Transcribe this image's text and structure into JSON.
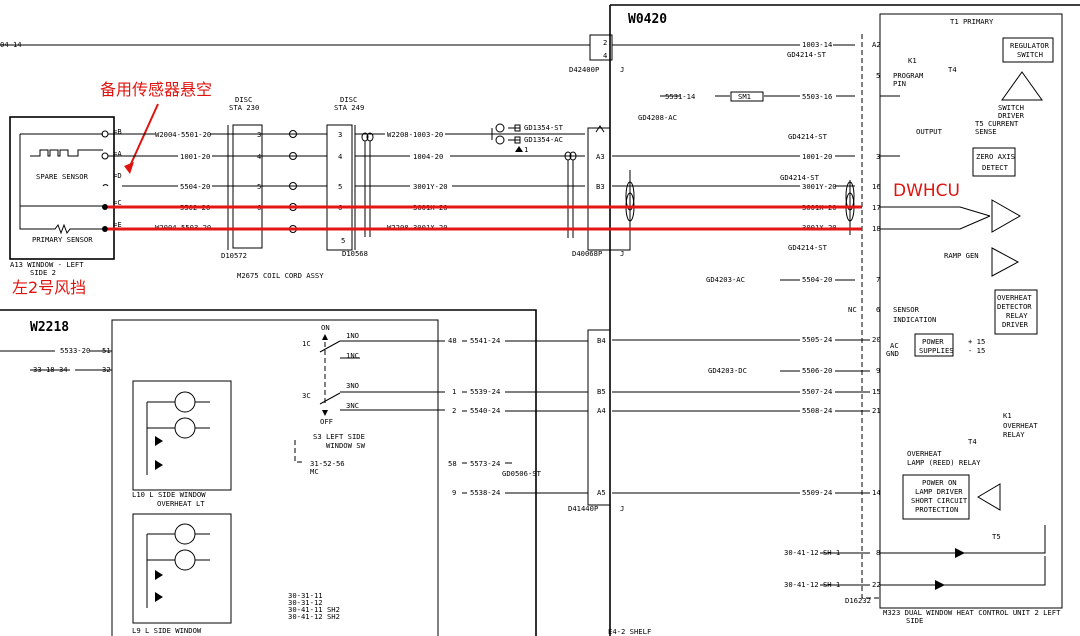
{
  "labels": {
    "w0420": "W0420",
    "w2218": "W2218",
    "a13_1": "A13  WINDOW - LEFT",
    "a13_2": "SIDE 2",
    "spare_sensor": "SPARE SENSOR",
    "primary_sensor": "PRIMARY SENSOR",
    "disc230_1": "DISC",
    "disc230_2": "STA 230",
    "disc249_1": "DISC",
    "disc249_2": "STA 249",
    "d10572": "D10572",
    "d10568": "D10568",
    "m2675": "M2675 COIL CORD ASSY",
    "d42400p": "D42400P",
    "d40068p": "D40068P",
    "d41440p": "D41440P",
    "j": "J",
    "gd4208": "GD4208-AC",
    "sm1": "SM1",
    "gd1354st": "GD1354-ST",
    "gd1354ac": "GD1354-AC",
    "gd4214st": "GD4214-ST",
    "gd4203ac": "GD4203-AC",
    "gd4203dc": "GD4203-DC",
    "gd0506st": "GD0506-ST",
    "t1_primary": "T1 PRIMARY",
    "k1": "K1",
    "t4": "T4",
    "t5": "T5",
    "regulator_1": "REGULATOR",
    "regulator_2": "SWITCH",
    "program_1": "PROGRAM",
    "program_2": "PIN",
    "switch_driver_1": "SWITCH",
    "switch_driver_2": "DRIVER",
    "switch_driver_3": "T5 CURRENT",
    "switch_driver_4": "SENSE",
    "output": "OUTPUT",
    "zero_axis_1": "ZERO AXIS",
    "zero_axis_2": "DETECT",
    "ramp_gen": "RAMP GEN",
    "overheat_det_1": "OVERHEAT",
    "overheat_det_2": "DETECTOR",
    "overheat_det_3": "RELAY",
    "overheat_det_4": "DRIVER",
    "sensor_ind_1": "SENSOR",
    "sensor_ind_2": "INDICATION",
    "nc": "NC",
    "power_1": "POWER",
    "power_2": "SUPPLIES",
    "ac_gnd_1": "AC",
    "ac_gnd_2": "GND",
    "plus15": "+ 15",
    "minus15": "- 15",
    "k1_overheat_1": "K1",
    "k1_overheat_2": "OVERHEAT",
    "k1_overheat_3": "RELAY",
    "overheat_lamp_1": "OVERHEAT",
    "overheat_lamp_2": "LAMP (REED) RELAY",
    "power_on_1": "POWER ON",
    "power_on_2": "LAMP DRIVER",
    "power_on_3": "SHORT CIRCUIT",
    "power_on_4": "PROTECTION",
    "d16232": "D16232",
    "m323_1": "M323  DUAL WINDOW HEAT CONTROL UNIT 2 LEFT",
    "m323_2": "SIDE",
    "e4_2": "E4-2  SHELF",
    "s3_1": "S3  LEFT SIDE",
    "s3_2": "WINDOW SW",
    "on": "ON",
    "off": "OFF",
    "c1": "1C",
    "c3": "3C",
    "no1": "1NO",
    "nc1": "1NC",
    "no3": "3NO",
    "nc3": "3NC",
    "mc": "MC",
    "l10_1": "L10  L SIDE WINDOW",
    "l10_2": "OVERHEAT LT",
    "l9_1": "L9   L SIDE WINDOW",
    "ann_spare_cn": "备用传感器悬空",
    "ann_windshield_cn": "左2号风挡",
    "ann_dwhcu": "DWHCU"
  },
  "wires": {
    "w_04_14": "04-14",
    "w2004_5501": "W2004-5501-20",
    "w1001_20": "1001-20",
    "w5504_20": "5504-20",
    "w5502_20": "5502-20",
    "w2004_5503": "W2004-5503-20",
    "w2208_1003": "W2208-1003-20",
    "w1004_20": "1004-20",
    "w3001y_20": "3001Y-20",
    "w3001_20": "3001X-20",
    "w2208_3001": "W2208-3001X-20",
    "r1003_14": "1003-14",
    "r5531_14": "5531-14",
    "r5503_16": "5503-16",
    "r1001_20": "1001-20",
    "r3001y_20": "3001Y-20",
    "r3001x_20": "3001X-20",
    "r3001z_20": "3001X-20",
    "r5504_20": "5504-20",
    "r5505_24": "5505-24",
    "r5506_20": "5506-20",
    "r5507_24": "5507-24",
    "r5508_24": "5508-24",
    "r5509_24": "5509-24",
    "w5533_20": "5533-20",
    "w33_18_34": "33-18-34",
    "w5541_24": "5541-24",
    "w5539_24": "5539-24",
    "w5540_24": "5540-24",
    "w5573_24": "5573-24",
    "w5538_24": "5538-24",
    "w31_52_56": "31-52-56",
    "ref1": "30-31-11",
    "ref2": "30-31-12",
    "ref3": "30-41-11 SH2",
    "ref4": "30-41-12 SH2",
    "sh1_a": "30-41-12 SH 1",
    "sh1_b": "30-41-12 SH 1"
  },
  "pins": {
    "p_a2": "A2",
    "p_5": "5",
    "p_3": "3",
    "p_16": "16",
    "p_17": "17",
    "p_18": "18",
    "p_7": "7",
    "p_6": "6",
    "p_20": "20",
    "p_9": "9",
    "p_15": "15",
    "p_21": "21",
    "p_14": "14",
    "p_8": "8",
    "p_22": "22",
    "c_a3": "A3",
    "c_b3": "B3",
    "c_b4": "B4",
    "c_b5": "B5",
    "c_a4": "A4",
    "c_a5": "A5",
    "c_2": "2",
    "c_4": "4",
    "c_48": "48",
    "c_1": "1",
    "c_2b": "2",
    "c_58": "58",
    "c_9": "9",
    "s_51": "51",
    "s_32": "32",
    "a_b": "=B",
    "a_a": "=A",
    "a_d": "=D",
    "a_c": "=C",
    "a_e": "=E",
    "d3": "3",
    "d4": "4",
    "d5": "5",
    "d6": "6",
    "e3": "3",
    "e4": "4",
    "e5": "5",
    "e6": "6"
  },
  "colors": {
    "annotation_red": "#e0140f",
    "highlight_wire": "#e41515"
  }
}
